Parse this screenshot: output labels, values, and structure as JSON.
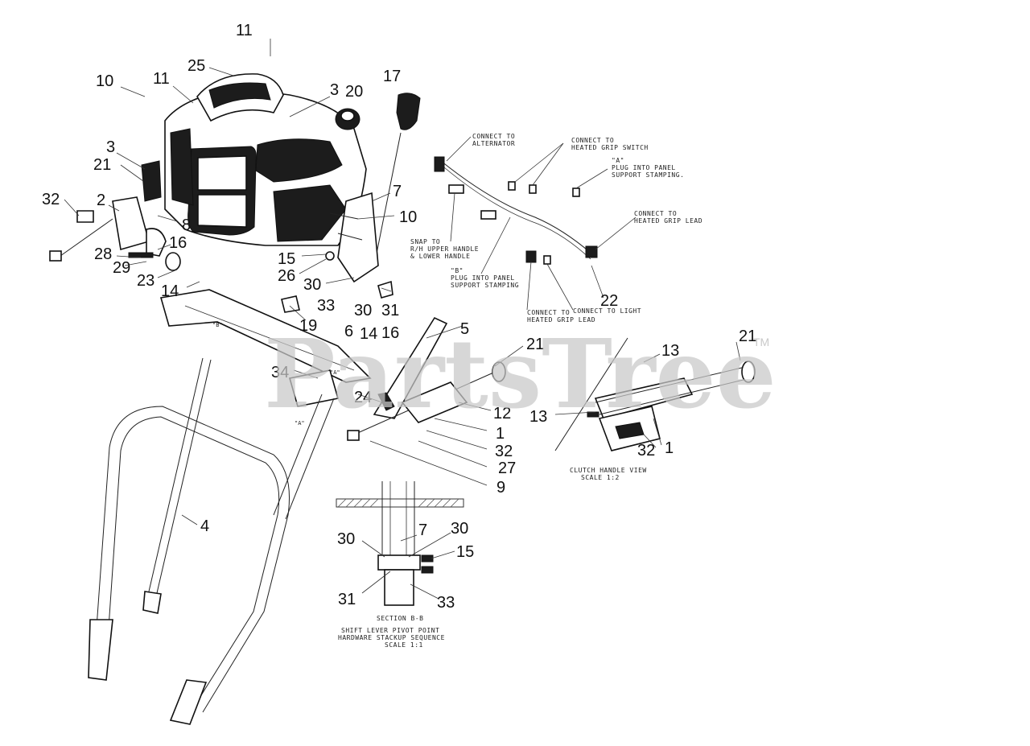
{
  "diagram": {
    "callouts": [
      {
        "id": "c11a",
        "text": "11"
      },
      {
        "id": "c25",
        "text": "25"
      },
      {
        "id": "c10a",
        "text": "10"
      },
      {
        "id": "c11b",
        "text": "11"
      },
      {
        "id": "c3a",
        "text": "3"
      },
      {
        "id": "c20",
        "text": "20"
      },
      {
        "id": "c17",
        "text": "17"
      },
      {
        "id": "c3b",
        "text": "3"
      },
      {
        "id": "c21a",
        "text": "21"
      },
      {
        "id": "c32a",
        "text": "32"
      },
      {
        "id": "c2",
        "text": "2"
      },
      {
        "id": "c8",
        "text": "8"
      },
      {
        "id": "c16a",
        "text": "16"
      },
      {
        "id": "c28",
        "text": "28"
      },
      {
        "id": "c29",
        "text": "29"
      },
      {
        "id": "c23",
        "text": "23"
      },
      {
        "id": "c14a",
        "text": "14"
      },
      {
        "id": "c7a",
        "text": "7"
      },
      {
        "id": "c10b",
        "text": "10"
      },
      {
        "id": "c15a",
        "text": "15"
      },
      {
        "id": "c26",
        "text": "26"
      },
      {
        "id": "c30a",
        "text": "30"
      },
      {
        "id": "c33a",
        "text": "33"
      },
      {
        "id": "c30b",
        "text": "30"
      },
      {
        "id": "c31a",
        "text": "31"
      },
      {
        "id": "c19",
        "text": "19"
      },
      {
        "id": "c6",
        "text": "6"
      },
      {
        "id": "c14b",
        "text": "14"
      },
      {
        "id": "c16b",
        "text": "16"
      },
      {
        "id": "c5",
        "text": "5"
      },
      {
        "id": "c21b",
        "text": "21"
      },
      {
        "id": "c34",
        "text": "34"
      },
      {
        "id": "c24",
        "text": "24"
      },
      {
        "id": "c12",
        "text": "12"
      },
      {
        "id": "c1a",
        "text": "1"
      },
      {
        "id": "c32b",
        "text": "32"
      },
      {
        "id": "c27",
        "text": "27"
      },
      {
        "id": "c9",
        "text": "9"
      },
      {
        "id": "c4",
        "text": "4"
      },
      {
        "id": "c22",
        "text": "22"
      },
      {
        "id": "c13a",
        "text": "13"
      },
      {
        "id": "c21c",
        "text": "21"
      },
      {
        "id": "c13b",
        "text": "13"
      },
      {
        "id": "c32c",
        "text": "32"
      },
      {
        "id": "c1b",
        "text": "1"
      },
      {
        "id": "c30c",
        "text": "30"
      },
      {
        "id": "c7b",
        "text": "7"
      },
      {
        "id": "c30d",
        "text": "30"
      },
      {
        "id": "c15b",
        "text": "15"
      },
      {
        "id": "c31b",
        "text": "31"
      },
      {
        "id": "c33b",
        "text": "33"
      }
    ],
    "wiring_notes": {
      "alternator": [
        "CONNECT TO",
        "ALTERNATOR"
      ],
      "grip_switch": [
        "CONNECT TO",
        "HEATED GRIP SWITCH"
      ],
      "panel_a": [
        "\"A\"",
        "PLUG INTO PANEL",
        "SUPPORT STAMPING."
      ],
      "grip_lead_right": [
        "CONNECT TO",
        "HEATED GRIP LEAD"
      ],
      "snap": [
        "SNAP TO",
        "R/H UPPER HANDLE",
        "& LOWER HANDLE"
      ],
      "panel_b": [
        "\"B\"",
        "PLUG INTO PANEL",
        "SUPPORT STAMPING"
      ],
      "grip_lead_bottom": [
        "CONNECT TO",
        "HEATED GRIP LEAD"
      ],
      "light": [
        "CONNECT TO LIGHT"
      ]
    },
    "small_labels": {
      "ref_b": "\"B\"",
      "ref_a": "\"A\"",
      "ref_a2": "\"A\""
    },
    "clutch_view": [
      "CLUTCH HANDLE VIEW",
      "SCALE 1:2"
    ],
    "section_view": {
      "title": "SECTION B-B",
      "caption": [
        "SHIFT LEVER PIVOT POINT",
        "HARDWARE STACKUP SEQUENCE",
        "SCALE 1:1"
      ]
    },
    "watermark": {
      "text": "PartsTree",
      "tm": "TM"
    }
  }
}
